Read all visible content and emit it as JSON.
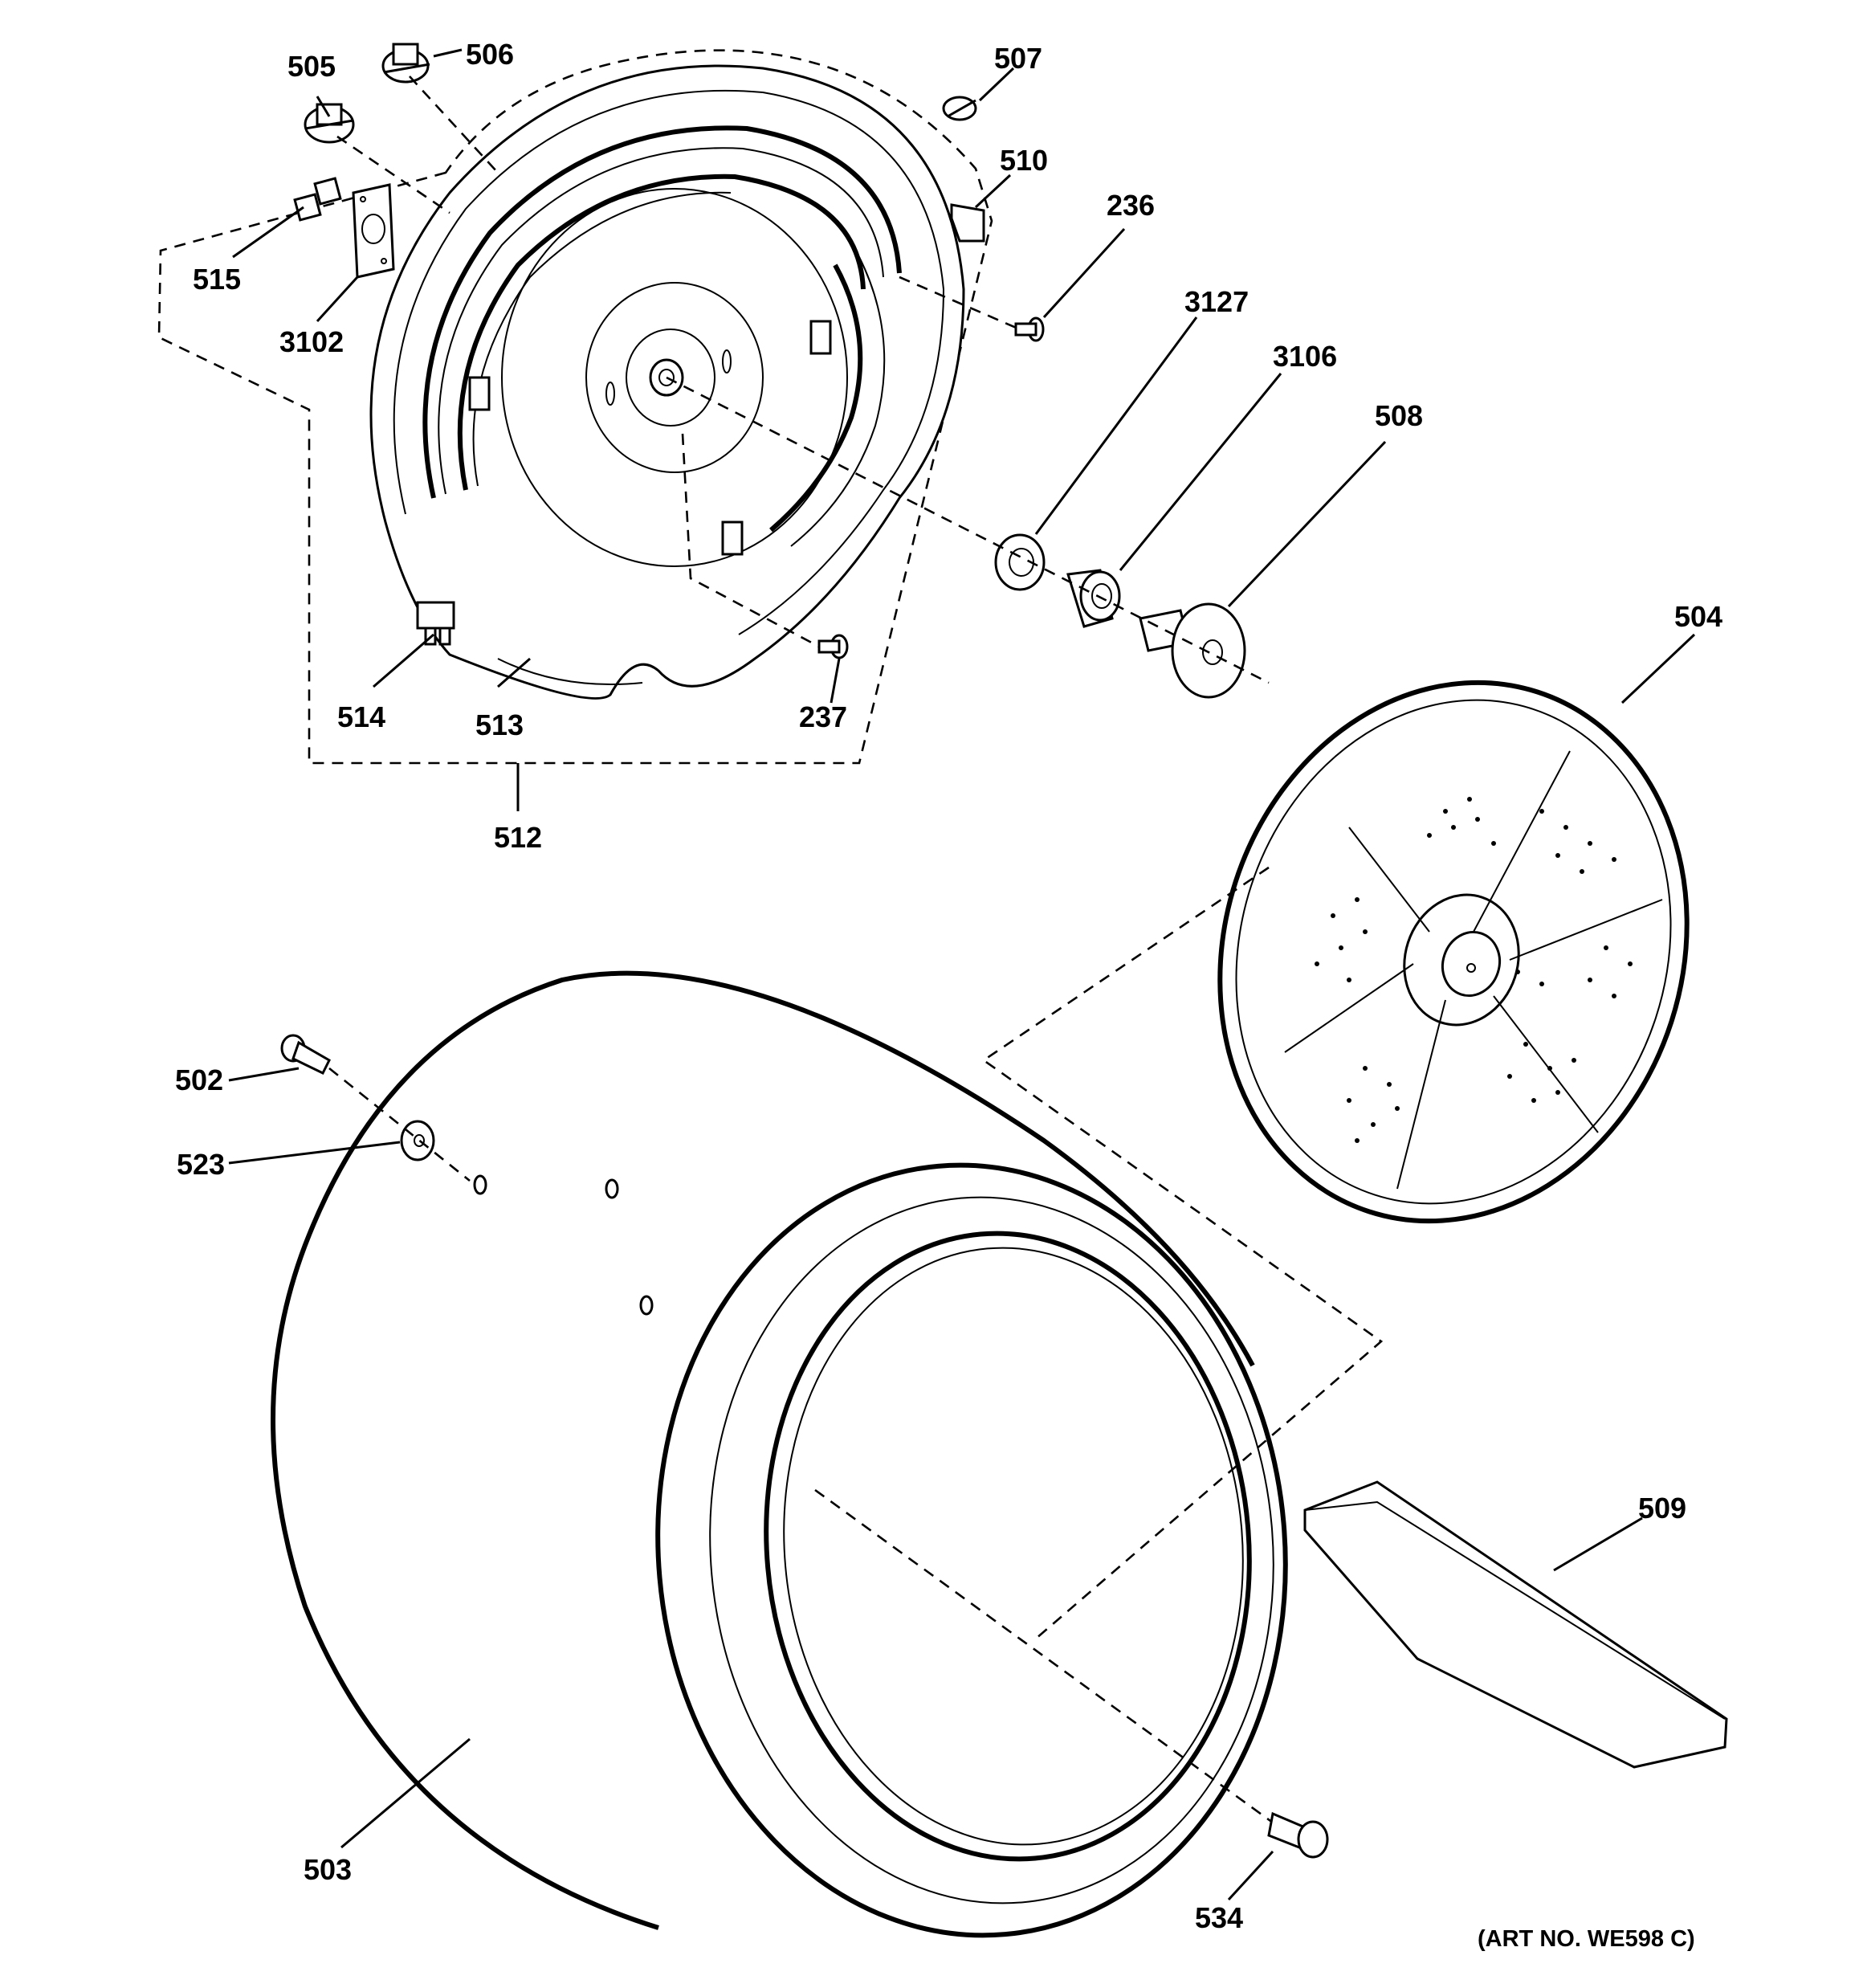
{
  "diagram": {
    "art_number": "(ART NO. WE598 C)",
    "callouts": {
      "c505": "505",
      "c506": "506",
      "c507": "507",
      "c510": "510",
      "c236": "236",
      "c3127": "3127",
      "c3106": "3106",
      "c508": "508",
      "c504": "504",
      "c515": "515",
      "c3102": "3102",
      "c514": "514",
      "c513": "513",
      "c237": "237",
      "c512": "512",
      "c502": "502",
      "c523": "523",
      "c503": "503",
      "c509": "509",
      "c534": "534"
    }
  }
}
